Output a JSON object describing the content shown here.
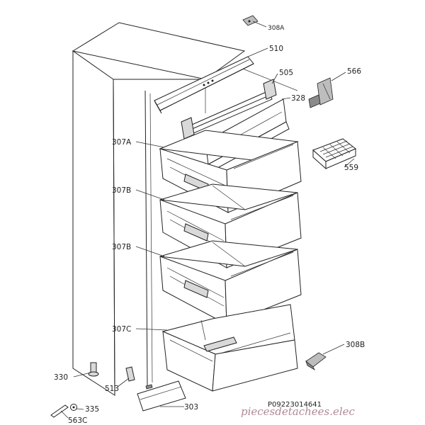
{
  "diagram": {
    "reference_code": "P09223014641",
    "watermark": "piecesdetachees.elec",
    "callouts": {
      "c308A": "308A",
      "c510": "510",
      "c505": "505",
      "c566": "566",
      "c328": "328",
      "c307A": "307A",
      "c559": "559",
      "c307B_1": "307B",
      "c307B_2": "307B",
      "c307C": "307C",
      "c308B": "308B",
      "c330": "330",
      "c513": "513",
      "c303": "303",
      "c335": "335",
      "c563C": "563C"
    }
  }
}
